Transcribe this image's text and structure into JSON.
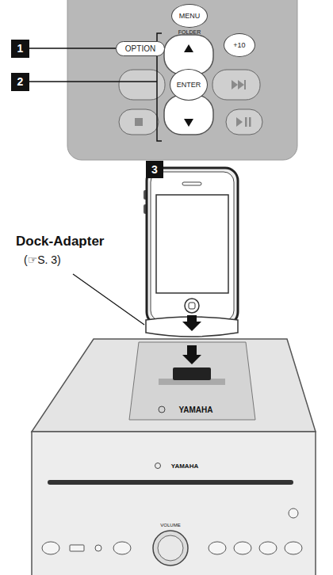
{
  "diagram": {
    "nodes": [
      {
        "text": [
          "MENU"
        ]
      },
      {
        "text": [
          "1"
        ]
      },
      {
        "text": [
          "OPTION"
        ]
      },
      {
        "text": [
          "+10"
        ]
      },
      {
        "text": [
          "2"
        ]
      },
      {
        "text": [
          "ENTER"
        ]
      },
      {
        "text": [
          "3"
        ]
      }
    ],
    "edges": [
      {
        "from": 1,
        "to": 2,
        "arrow": "none"
      }
    ],
    "labels": [
      "FOLDER",
      "Dock-Adapter",
      "(☞S. 3)",
      "YAMAHA",
      "YAMAHA",
      "VOLUME"
    ]
  }
}
